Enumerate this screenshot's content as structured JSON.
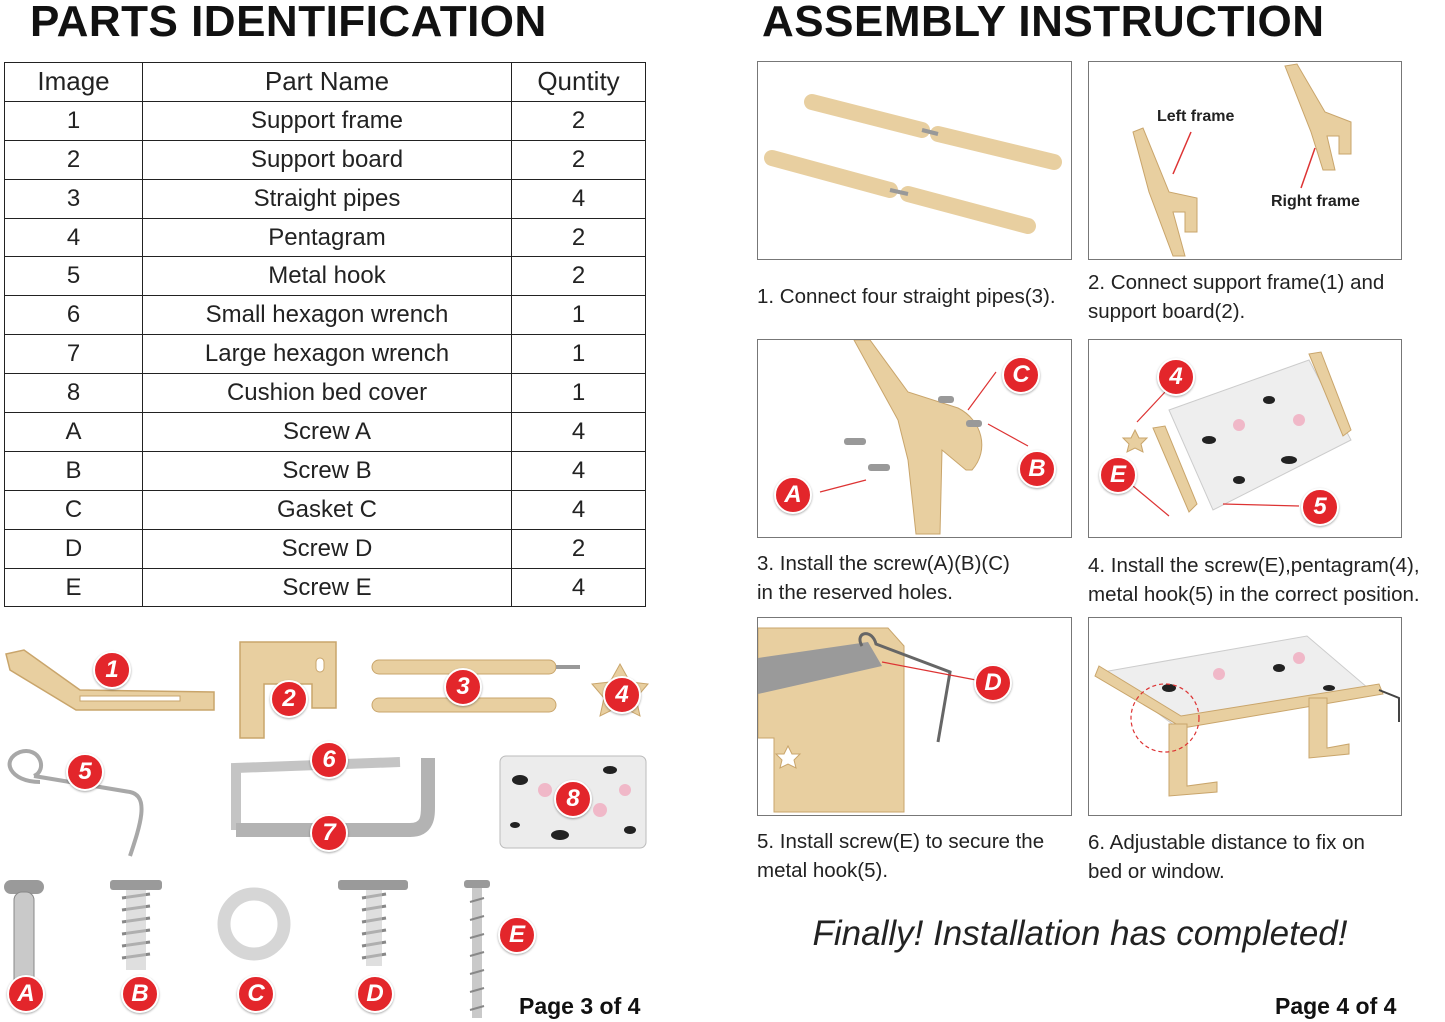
{
  "left_page": {
    "title": "PARTS IDENTIFICATION",
    "table": {
      "headers": [
        "Image",
        "Part Name",
        "Quntity"
      ],
      "rows": [
        [
          "1",
          "Support frame",
          "2"
        ],
        [
          "2",
          "Support board",
          "2"
        ],
        [
          "3",
          "Straight pipes",
          "4"
        ],
        [
          "4",
          "Pentagram",
          "2"
        ],
        [
          "5",
          "Metal hook",
          "2"
        ],
        [
          "6",
          "Small hexagon wrench",
          "1"
        ],
        [
          "7",
          "Large hexagon wrench",
          "1"
        ],
        [
          "8",
          "Cushion bed cover",
          "1"
        ],
        [
          "A",
          "Screw A",
          "4"
        ],
        [
          "B",
          "Screw B",
          "4"
        ],
        [
          "C",
          "Gasket C",
          "4"
        ],
        [
          "D",
          "Screw D",
          "2"
        ],
        [
          "E",
          "Screw E",
          "4"
        ]
      ]
    },
    "badges": [
      "1",
      "2",
      "3",
      "4",
      "5",
      "6",
      "7",
      "8",
      "A",
      "B",
      "C",
      "D",
      "E"
    ],
    "page_label": "Page 3 of 4"
  },
  "right_page": {
    "title": "ASSEMBLY INSTRUCTION",
    "steps": [
      {
        "lines": [
          "1. Connect four straight pipes(3)."
        ]
      },
      {
        "lines": [
          "2. Connect support frame(1) and",
          "support board(2)."
        ],
        "labels": [
          "Left frame",
          "Right frame"
        ]
      },
      {
        "lines": [
          "3. Install the screw(A)(B)(C)",
          "in the reserved holes."
        ],
        "badges": [
          "C",
          "B",
          "A"
        ]
      },
      {
        "lines": [
          "4. Install the screw(E),pentagram(4),",
          "metal hook(5) in the correct position."
        ],
        "badges": [
          "4",
          "E",
          "5"
        ]
      },
      {
        "lines": [
          "5. Install screw(E) to secure the",
          "metal hook(5)."
        ],
        "badges": [
          "D"
        ]
      },
      {
        "lines": [
          "6. Adjustable distance to fix on",
          "bed or window."
        ]
      }
    ],
    "closing": "Finally! Installation has completed!",
    "page_label": "Page 4 of 4"
  },
  "colors": {
    "badge": "#e3262b",
    "wood": "#e8cfa0",
    "wood_dark": "#c9a56b",
    "metal": "#a8a8a8"
  }
}
